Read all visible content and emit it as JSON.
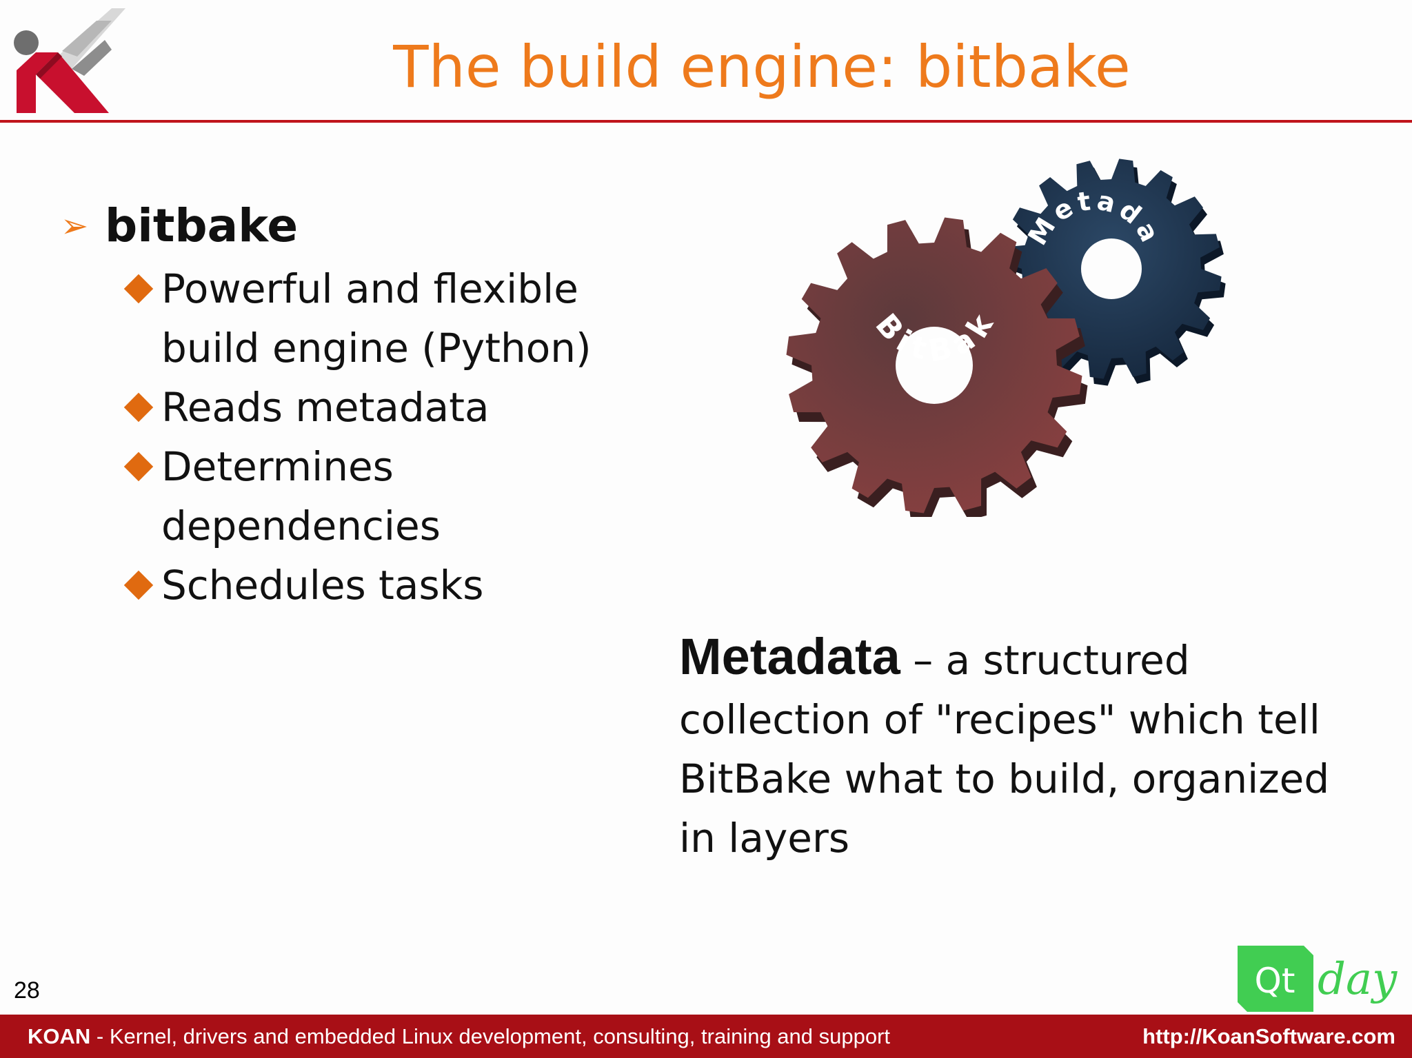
{
  "slide": {
    "title": "The build engine: bitbake",
    "page_number": "28"
  },
  "bullets": {
    "main": "bitbake",
    "items": [
      "Powerful and flexible build engine (Python)",
      "Reads metadata",
      "Determines dependencies",
      "Schedules tasks"
    ]
  },
  "illustration": {
    "gear_front_label": "BitBake",
    "gear_back_label": "Metadata"
  },
  "definition": {
    "term": "Metadata",
    "text": " – a structured collection of \"recipes\" which tell BitBake what to build, organized in layers"
  },
  "footer": {
    "brand": "KOAN",
    "tagline": " - Kernel, drivers and embedded Linux development, consulting, training and support",
    "url": "http://KoanSoftware.com"
  },
  "qt_logo": {
    "qt": "Qt",
    "day": "day"
  },
  "colors": {
    "title": "#ee7a1c",
    "accent_red": "#c0151c",
    "footer_bg": "#a80f16",
    "gear_front": "#7a3838",
    "gear_back": "#1f3550",
    "qt_green": "#41cd52"
  }
}
